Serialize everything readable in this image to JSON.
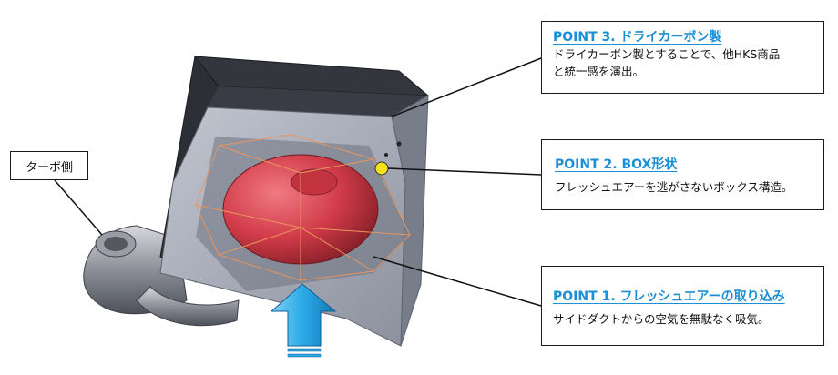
{
  "labels": {
    "turbo_side": "ターボ側"
  },
  "points": [
    {
      "id": "point3",
      "title": "POINT 3. ドライカーボン製",
      "lines": [
        "ドライカーボン製とすることで、他HKS商品",
        "と統一感を演出。"
      ]
    },
    {
      "id": "point2",
      "title": "POINT 2. BOX形状",
      "lines": [
        "フレッシュエアーを逃がさないボックス構造。"
      ]
    },
    {
      "id": "point1",
      "title": "POINT 1. フレッシュエアーの取り込み",
      "lines": [
        "サイドダクトからの空気を無駄なく吸気。"
      ]
    }
  ],
  "colors": {
    "accent_title": "#1a8fd6",
    "arrow": "#29a9e6",
    "filter": "#d9434f",
    "carbon_dark": "#2d2f36",
    "box_gray": "#a9aebc",
    "marker": "#f5e11a"
  }
}
